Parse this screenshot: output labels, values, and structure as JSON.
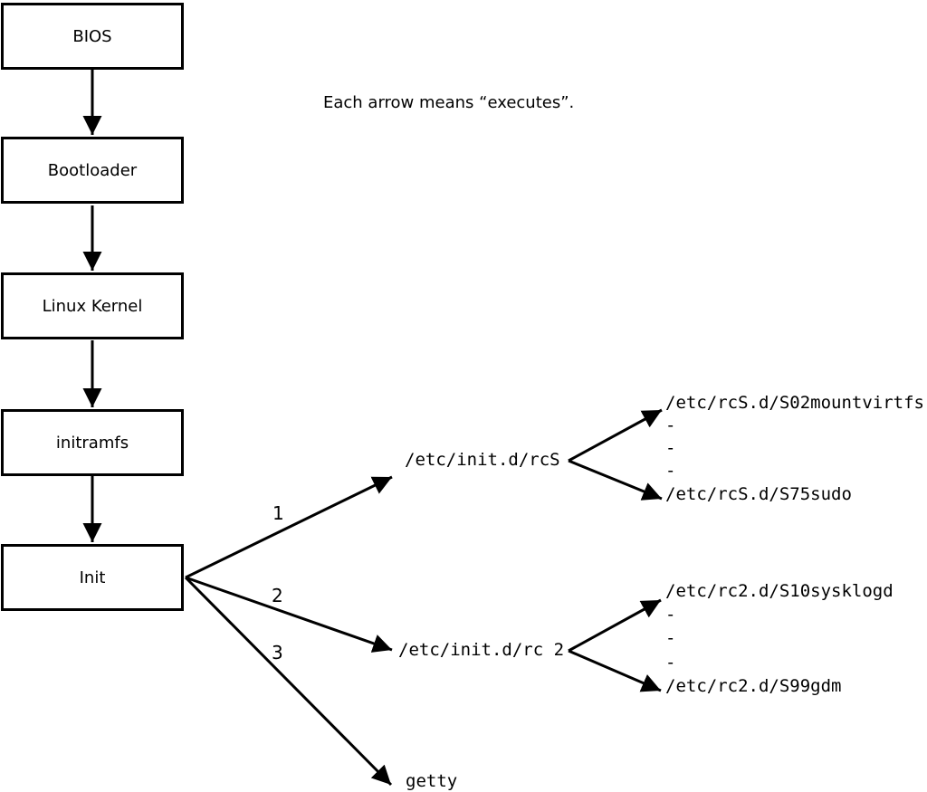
{
  "note": "Each arrow means “executes”.",
  "boot_chain": [
    {
      "label": "BIOS"
    },
    {
      "label": "Bootloader"
    },
    {
      "label": "Linux Kernel"
    },
    {
      "label": "initramfs"
    },
    {
      "label": "Init"
    }
  ],
  "init_branches": [
    {
      "number": "1",
      "target": "/etc/init.d/rcS"
    },
    {
      "number": "2",
      "target": "/etc/init.d/rc 2"
    },
    {
      "number": "3",
      "target": "getty"
    }
  ],
  "rcS_children": [
    "/etc/rcS.d/S02mountvirtfs",
    "-",
    "-",
    "-",
    "/etc/rcS.d/S75sudo"
  ],
  "rc2_children": [
    "/etc/rc2.d/S10sysklogd",
    "-",
    "-",
    "-",
    "/etc/rc2.d/S99gdm"
  ],
  "colors": {
    "line": "#000000",
    "background": "#ffffff"
  }
}
